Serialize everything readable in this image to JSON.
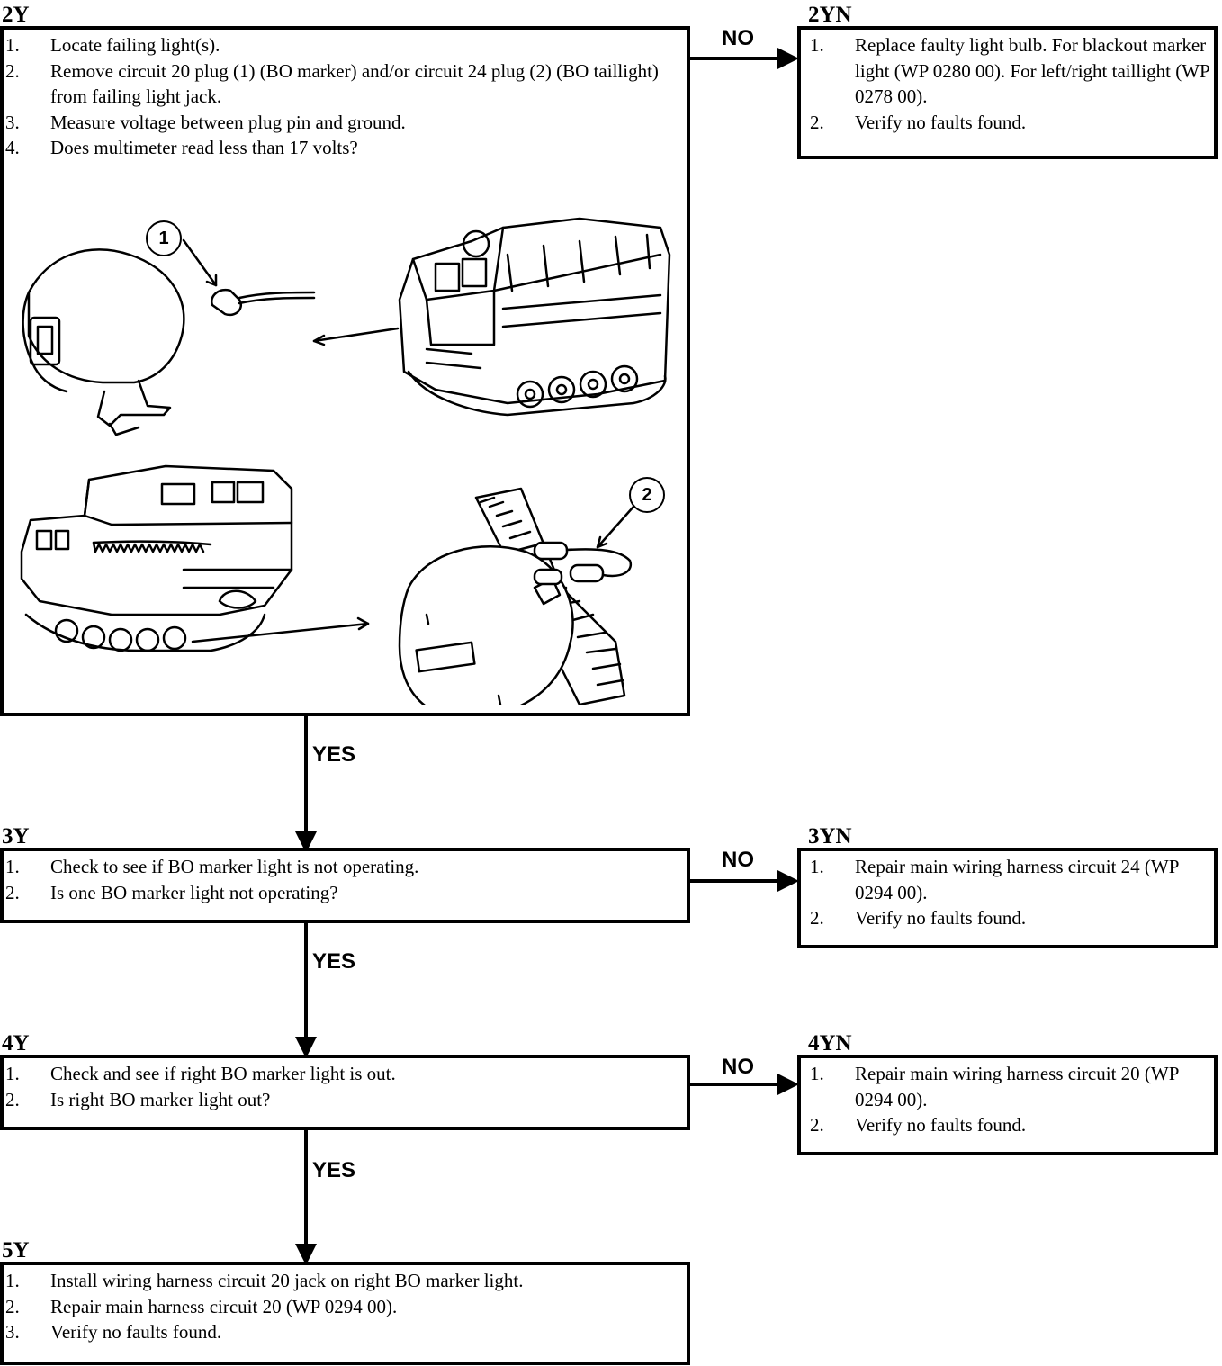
{
  "steps": {
    "s2y": {
      "label": "2Y",
      "items": [
        {
          "n": "1.",
          "t": "Locate failing light(s)."
        },
        {
          "n": "2.",
          "t": "Remove circuit 20 plug (1) (BO marker) and/or circuit 24 plug (2) (BO taillight) from failing light jack."
        },
        {
          "n": "3.",
          "t": "Measure voltage between plug pin and ground."
        },
        {
          "n": "4.",
          "t": "Does multimeter read less than 17 volts?"
        }
      ]
    },
    "s2yn": {
      "label": "2YN",
      "items": [
        {
          "n": "1.",
          "t": "Replace faulty light bulb. For blackout marker light (WP 0280 00). For left/right taillight (WP 0278 00)."
        },
        {
          "n": "2.",
          "t": "Verify no faults found."
        }
      ]
    },
    "s3y": {
      "label": "3Y",
      "items": [
        {
          "n": "1.",
          "t": "Check to see if BO marker light is not operating."
        },
        {
          "n": "2.",
          "t": "Is one BO marker light not operating?"
        }
      ]
    },
    "s3yn": {
      "label": "3YN",
      "items": [
        {
          "n": "1.",
          "t": "Repair main wiring harness circuit 24 (WP 0294 00)."
        },
        {
          "n": "2.",
          "t": "Verify no faults found."
        }
      ]
    },
    "s4y": {
      "label": "4Y",
      "items": [
        {
          "n": "1.",
          "t": "Check and see if right BO marker light is out."
        },
        {
          "n": "2.",
          "t": "Is right BO marker light out?"
        }
      ]
    },
    "s4yn": {
      "label": "4YN",
      "items": [
        {
          "n": "1.",
          "t": "Repair main wiring harness circuit 20 (WP 0294 00)."
        },
        {
          "n": "2.",
          "t": "Verify no faults found."
        }
      ]
    },
    "s5y": {
      "label": "5Y",
      "items": [
        {
          "n": "1.",
          "t": "Install wiring harness circuit 20 jack on right BO marker light."
        },
        {
          "n": "2.",
          "t": "Repair main harness circuit 20 (WP 0294 00)."
        },
        {
          "n": "3.",
          "t": "Verify no faults found."
        }
      ]
    }
  },
  "edges": {
    "no_label": "NO",
    "yes_label": "YES"
  },
  "figure": {
    "callout_1": "1",
    "callout_2": "2",
    "icons": [
      "marker-light-icon",
      "vehicle-front-icon",
      "vehicle-rear-icon",
      "taillight-icon"
    ]
  }
}
